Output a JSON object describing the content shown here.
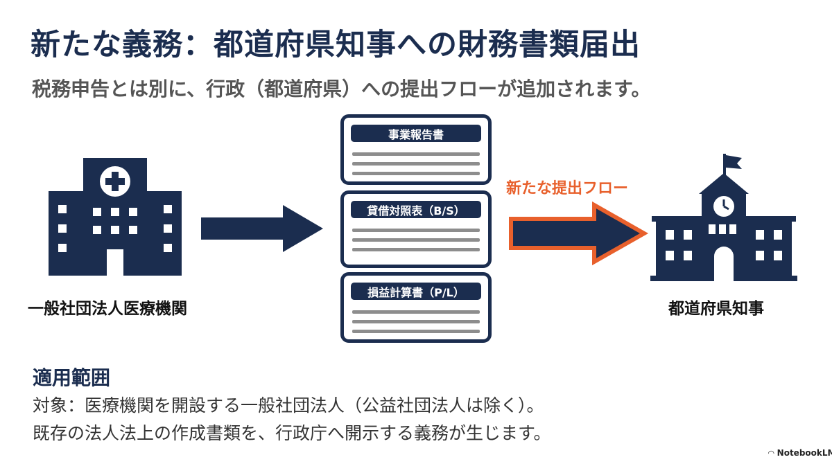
{
  "title": "新たな義務：都道府県知事への財務書類届出",
  "subtitle": "税務申告とは別に、行政（都道府県）への提出フローが追加されます。",
  "entity": {
    "icon": "hospital-icon",
    "label": "一般社団法人医療機関"
  },
  "documents": [
    {
      "label": "事業報告書"
    },
    {
      "label": "貸借対照表（B/S）"
    },
    {
      "label": "損益計算書（P/L）"
    }
  ],
  "flow_label": "新たな提出フロー",
  "authority": {
    "icon": "government-building-icon",
    "label": "都道府県知事"
  },
  "scope": {
    "title": "適用範囲",
    "lines": [
      "対象：医療機関を開設する一般社団法人（公益社団法人は除く）。",
      "既存の法人法上の作成書類を、行政庁へ開示する義務が生じます。"
    ]
  },
  "colors": {
    "navy": "#1b2d4f",
    "accent_orange": "#e8602c",
    "gray_text": "#555555"
  },
  "brand": "NotebookLM"
}
